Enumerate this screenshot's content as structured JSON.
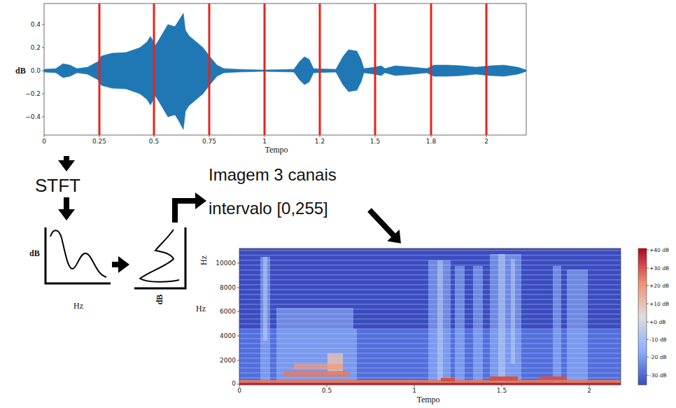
{
  "diagram": {
    "nodes": [
      {
        "text": [
          "dB",
          "Tempo"
        ]
      },
      {
        "text": [
          "STFT"
        ]
      },
      {
        "text": [
          "dB",
          "Hz"
        ]
      },
      {
        "text": [
          "dB",
          "Hz"
        ]
      },
      {
        "text": [
          "Imagem 3 canais intervalo [0,255]"
        ]
      },
      {
        "text": [
          "Hz",
          "Tempo"
        ]
      }
    ],
    "edges": [
      {
        "from": 0,
        "to": 1,
        "arrow": "to"
      },
      {
        "from": 1,
        "to": 2,
        "arrow": "to"
      },
      {
        "from": 2,
        "to": 3,
        "arrow": "to"
      },
      {
        "from": 3,
        "to": 4,
        "arrow": "to"
      },
      {
        "from": 4,
        "to": 5,
        "arrow": "to"
      }
    ],
    "labels": [
      "0.4",
      "0.2",
      "0.0",
      "−0.2",
      "−0.4",
      "0",
      "0.25",
      "0.5",
      "0.75",
      "1",
      "1.2",
      "1.5",
      "1.8",
      "2",
      "10000",
      "8000",
      "6000",
      "4000",
      "2000",
      "0",
      "0",
      "0.5",
      "1",
      "1.5",
      "2",
      "+40 dB",
      "+30 dB",
      "+20 dB",
      "+10 dB",
      "+0 dB",
      "-10 dB",
      "-20 dB",
      "-30 dB"
    ]
  }
}
